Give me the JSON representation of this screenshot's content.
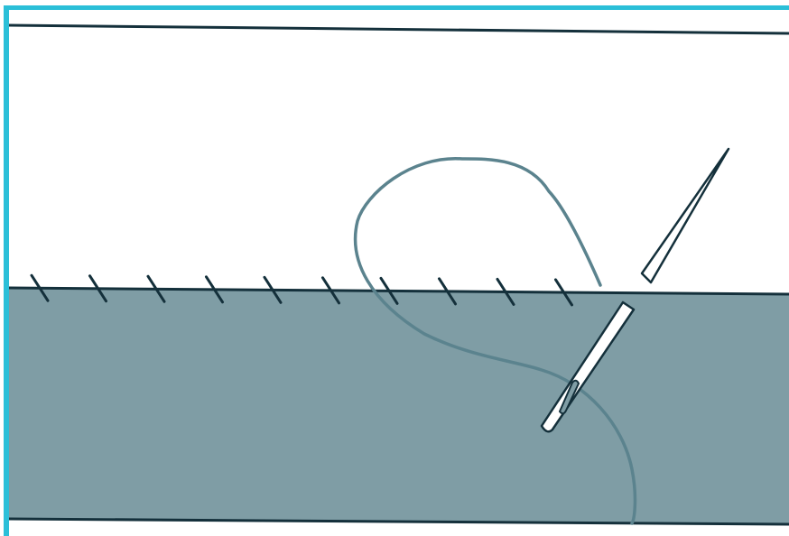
{
  "colors": {
    "frame_accent": "#2bbfd8",
    "fabric_lower": "#7f9da5",
    "fabric_upper": "#ffffff",
    "outline": "#14303b",
    "thread": "#5b838e",
    "needle_fill": "#ffffff"
  },
  "stitches": {
    "count": 10,
    "style": "slanted-blanket-stitch"
  },
  "needle": {
    "state": "passing-through-fabric-edge",
    "icon": "sewing-needle-icon"
  }
}
